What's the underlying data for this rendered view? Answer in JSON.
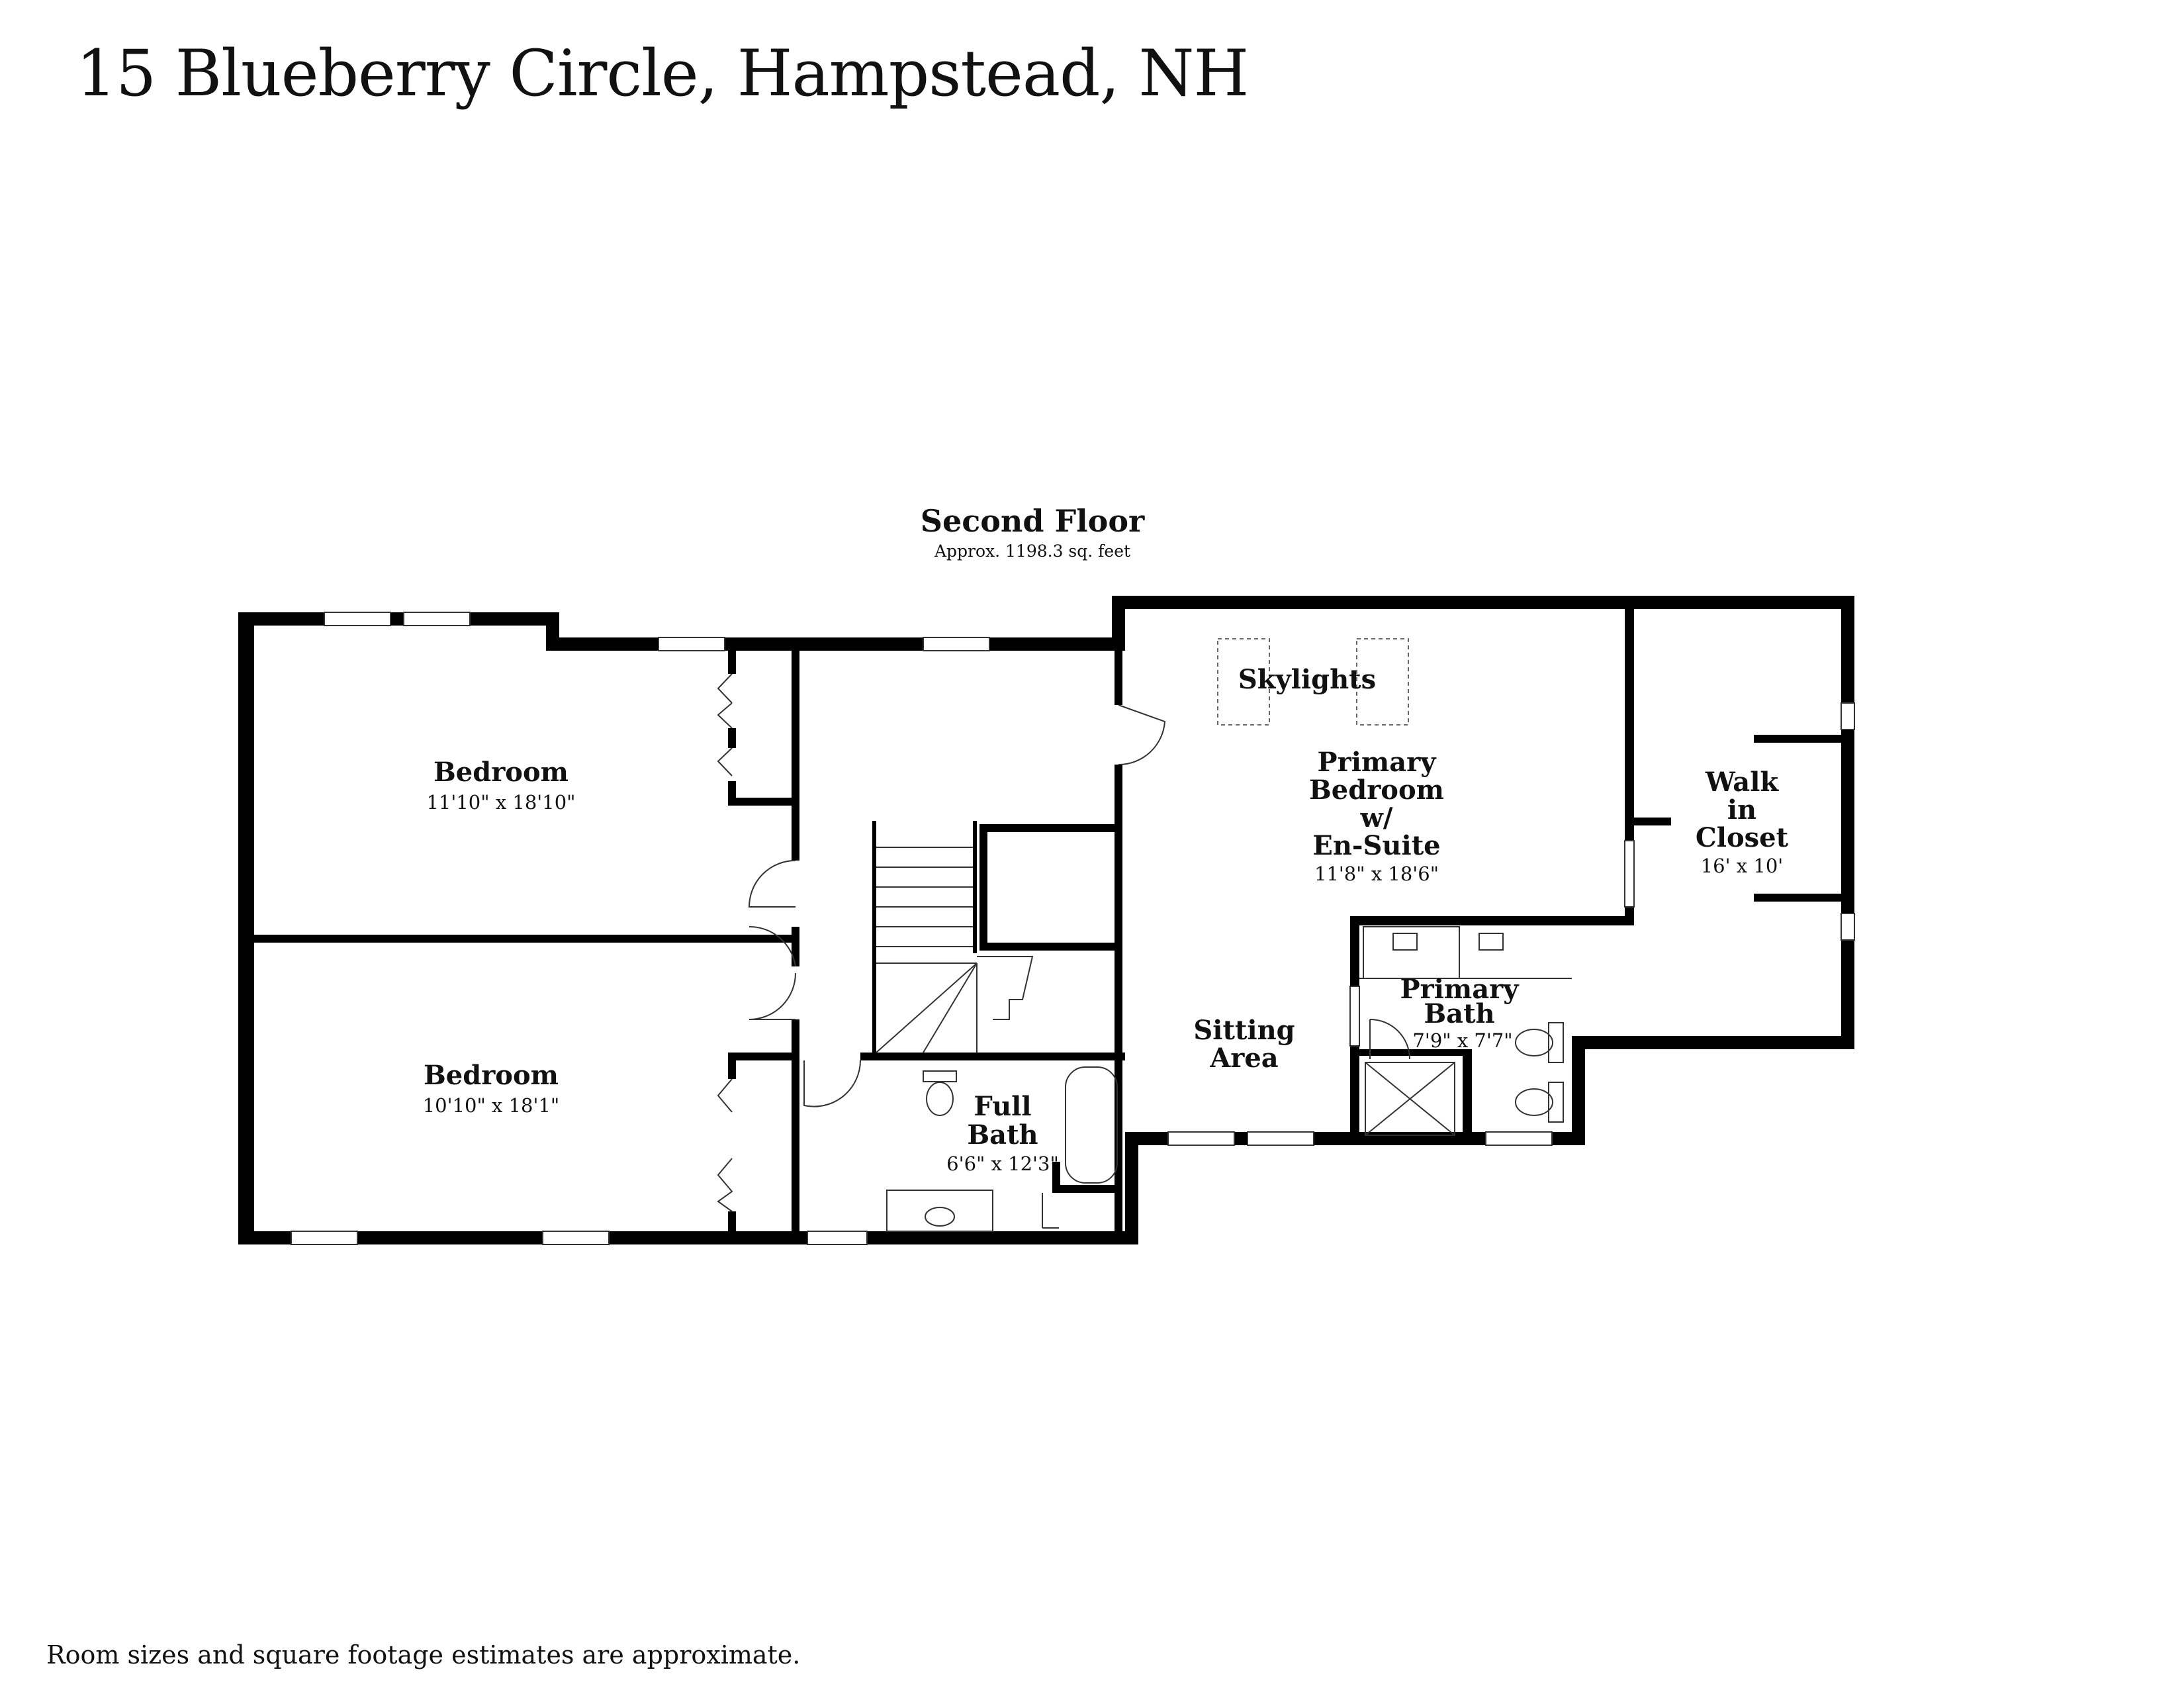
{
  "header": {
    "title": "15 Blueberry Circle, Hampstead, NH"
  },
  "floor": {
    "name": "Second Floor",
    "area": "Approx. 1198.3 sq. feet"
  },
  "rooms": {
    "bedroom1": {
      "name": "Bedroom",
      "dims": "11'10\" x 18'10\""
    },
    "bedroom2": {
      "name": "Bedroom",
      "dims": "10'10\" x 18'1\""
    },
    "full_bath": {
      "line1": "Full",
      "line2": "Bath",
      "dims": "6'6\" x 12'3\""
    },
    "primary_bedroom": {
      "line1": "Primary",
      "line2": "Bedroom",
      "line3": "w/",
      "line4": "En-Suite",
      "dims": "11'8\" x 18'6\""
    },
    "skylights": {
      "name": "Skylights"
    },
    "sitting_area": {
      "line1": "Sitting",
      "line2": "Area"
    },
    "primary_bath": {
      "line1": "Primary",
      "line2": "Bath",
      "dims": "7'9\" x 7'7\""
    },
    "walk_in_closet": {
      "line1": "Walk",
      "line2": "in",
      "line3": "Closet",
      "dims": "16' x 10'"
    }
  },
  "footer": {
    "disclaimer": "Room sizes and square footage estimates are approximate."
  }
}
